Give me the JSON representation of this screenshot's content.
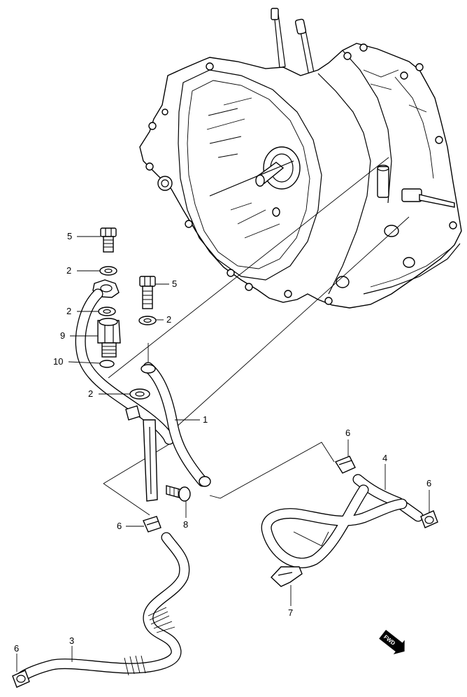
{
  "callouts": [
    {
      "id": "c5a",
      "label": "5"
    },
    {
      "id": "c2a",
      "label": "2"
    },
    {
      "id": "c2b",
      "label": "2"
    },
    {
      "id": "c9",
      "label": "9"
    },
    {
      "id": "c10",
      "label": "10"
    },
    {
      "id": "c2c",
      "label": "2"
    },
    {
      "id": "c5b",
      "label": "5"
    },
    {
      "id": "c2d",
      "label": "2"
    },
    {
      "id": "c1",
      "label": "1"
    },
    {
      "id": "c6a",
      "label": "6"
    },
    {
      "id": "c4",
      "label": "4"
    },
    {
      "id": "c6b",
      "label": "6"
    },
    {
      "id": "c8",
      "label": "8"
    },
    {
      "id": "c6c",
      "label": "6"
    },
    {
      "id": "c7",
      "label": "7"
    },
    {
      "id": "c3",
      "label": "3"
    },
    {
      "id": "c6d",
      "label": "6"
    }
  ],
  "fwd_badge": "FWD"
}
